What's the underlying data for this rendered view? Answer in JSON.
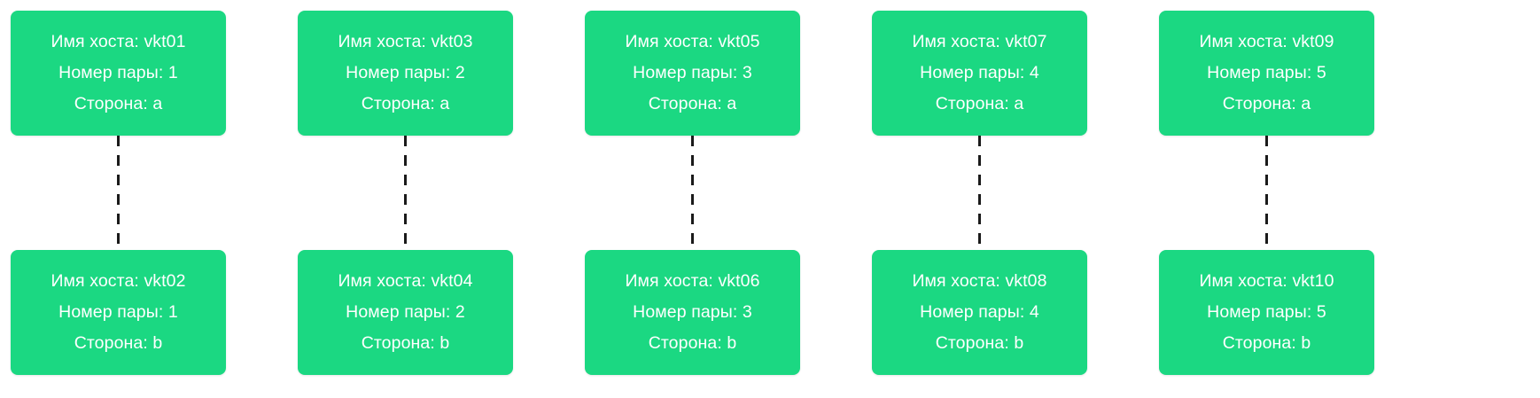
{
  "diagram": {
    "type": "host-pair-topology",
    "background_color": "#ffffff",
    "node_color": "#1BD882",
    "node_text_color": "#ffffff",
    "connector_color": "#1a1a1a",
    "connector_style": "dashed",
    "labels": {
      "hostname_prefix": "Имя хоста:",
      "pair_number_prefix": "Номер пары:",
      "side_prefix": "Сторона:"
    },
    "columns": [
      {
        "pair": 1,
        "top": {
          "hostname_line": "Имя хоста: vkt01",
          "pair_line": "Номер пары: 1",
          "side_line": "Сторона: a"
        },
        "bottom": {
          "hostname_line": "Имя хоста: vkt02",
          "pair_line": "Номер пары: 1",
          "side_line": "Сторона: b"
        }
      },
      {
        "pair": 2,
        "top": {
          "hostname_line": "Имя хоста: vkt03",
          "pair_line": "Номер пары: 2",
          "side_line": "Сторона: a"
        },
        "bottom": {
          "hostname_line": "Имя хоста: vkt04",
          "pair_line": "Номер пары: 2",
          "side_line": "Сторона: b"
        }
      },
      {
        "pair": 3,
        "top": {
          "hostname_line": "Имя хоста: vkt05",
          "pair_line": "Номер пары: 3",
          "side_line": "Сторона: a"
        },
        "bottom": {
          "hostname_line": "Имя хоста: vkt06",
          "pair_line": "Номер пары: 3",
          "side_line": "Сторона: b"
        }
      },
      {
        "pair": 4,
        "top": {
          "hostname_line": "Имя хоста: vkt07",
          "pair_line": "Номер пары: 4",
          "side_line": "Сторона: a"
        },
        "bottom": {
          "hostname_line": "Имя хоста: vkt08",
          "pair_line": "Номер пары: 4",
          "side_line": "Сторона: b"
        }
      },
      {
        "pair": 5,
        "top": {
          "hostname_line": "Имя хоста: vkt09",
          "pair_line": "Номер пары: 5",
          "side_line": "Сторона: a"
        },
        "bottom": {
          "hostname_line": "Имя хоста: vkt10",
          "pair_line": "Номер пары: 5",
          "side_line": "Сторона: b"
        }
      }
    ]
  }
}
